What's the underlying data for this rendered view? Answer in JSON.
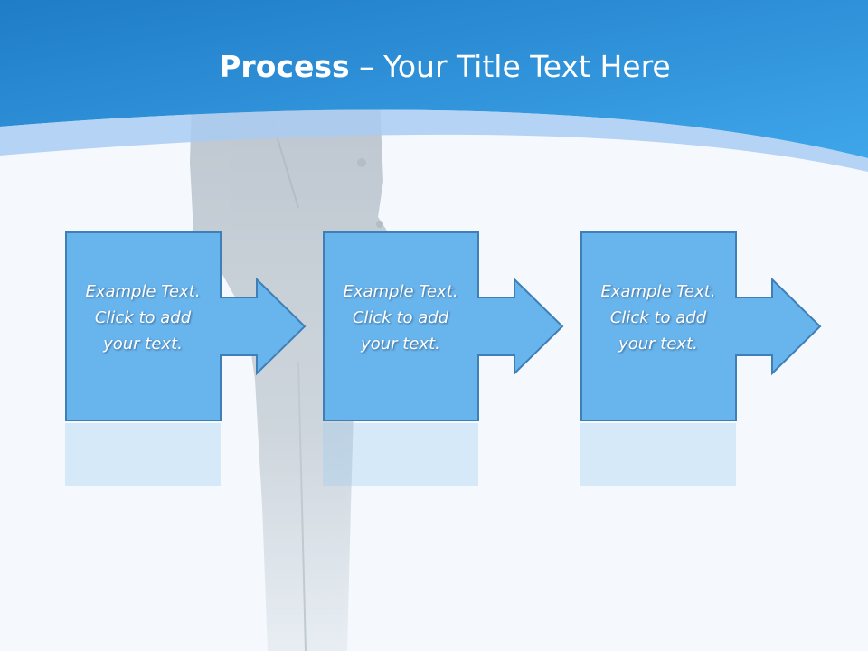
{
  "slide": {
    "title_bold": "Process",
    "title_rest": " – Your Title Text Here"
  },
  "steps": [
    {
      "lines": [
        "Example Text.",
        "Click  to add",
        "your text."
      ]
    },
    {
      "lines": [
        "Example Text.",
        "Click  to add",
        "your text."
      ]
    },
    {
      "lines": [
        "Example Text.",
        "Click  to add",
        "your text."
      ]
    }
  ],
  "colors": {
    "header_blue": "#2f8fd6",
    "shape_fill": "#68b4ec",
    "shape_stroke": "#3f7fb8",
    "background": "#f5f9fd"
  }
}
